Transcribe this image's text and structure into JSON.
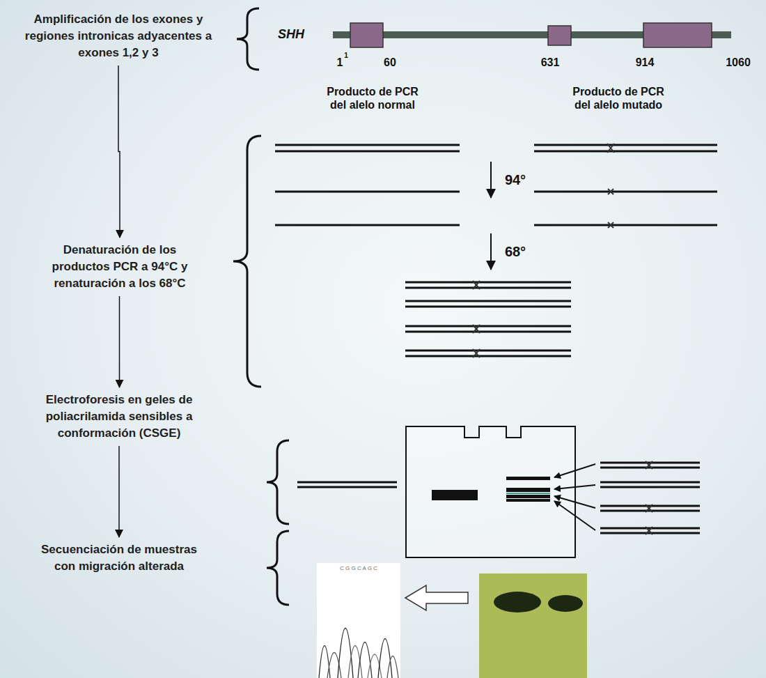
{
  "diagram": {
    "nodes": [
      {
        "text": [
          "Amplificación de los exones y regiones intronicas adyacentes a exones 1,2 y 3"
        ]
      },
      {
        "text": [
          "Denaturación de los productos PCR a 94°C y renaturación a los 68°C"
        ]
      },
      {
        "text": [
          "Electroforesis en geles de poliacrilamida sensibles a conformación (CSGE)"
        ]
      },
      {
        "text": [
          "Secuenciación de muestras con migración alterada"
        ]
      }
    ],
    "edges": [
      {
        "from": 0,
        "to": 1,
        "arrow": "to"
      },
      {
        "from": 1,
        "to": 2,
        "arrow": "to"
      },
      {
        "from": 2,
        "to": 3,
        "arrow": "to"
      }
    ],
    "labels": [
      "SHH",
      "1",
      "1",
      "60",
      "631",
      "914",
      "1060",
      "Producto de PCR del alelo normal",
      "Producto de PCR del alelo mutado",
      "94°",
      "68°",
      "C G G C A G C"
    ]
  }
}
